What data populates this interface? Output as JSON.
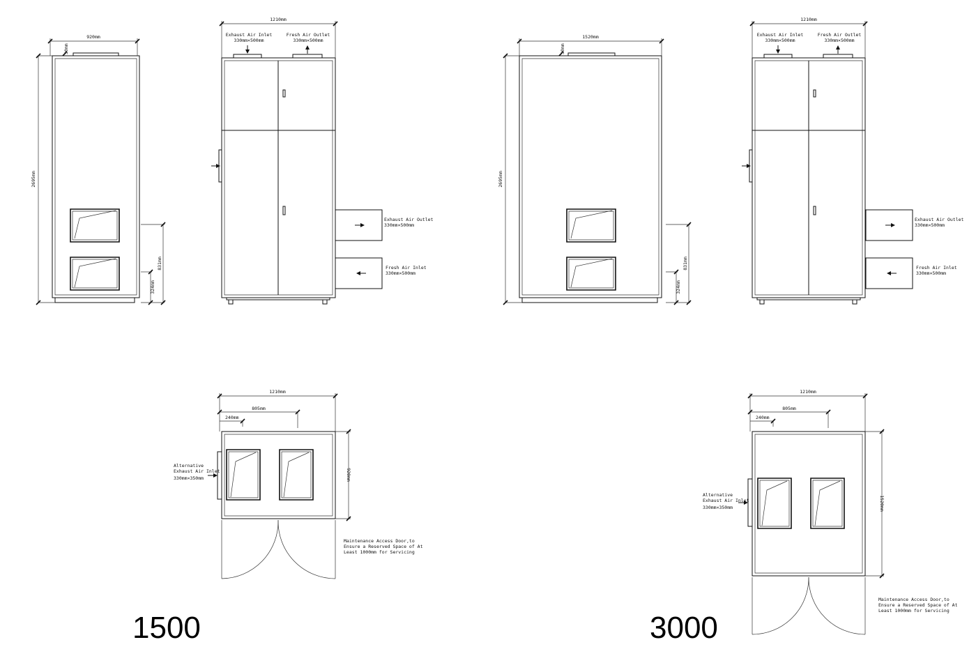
{
  "labels": {
    "w1210": "1210mm",
    "w920": "920mm",
    "w1520": "1520mm",
    "w805": "805mm",
    "w240": "240mm",
    "h2695": "2695mm",
    "h831": "831mm",
    "h324": "324mm",
    "h920": "920mm",
    "h1520": "1520mm",
    "gap30": "30mm",
    "exhaust_inlet": "Exhaust Air Inlet",
    "fresh_outlet": "Fresh Air Outlet",
    "exhaust_outlet": "Exhaust Air Outlet",
    "fresh_inlet": "Fresh Air Inlet",
    "size_330x500": "330mm×500mm",
    "alt_line1": "Alternative",
    "alt_line2": "Exhaust Air Inlet",
    "size_330x350": "330mm×350mm",
    "maint_line1": "Maintenance Access Door,to",
    "maint_line2": "Ensure a Reserved Space of At",
    "maint_line3": "Least 1000mm for Servicing"
  },
  "models": {
    "left": "1500",
    "right": "3000"
  }
}
